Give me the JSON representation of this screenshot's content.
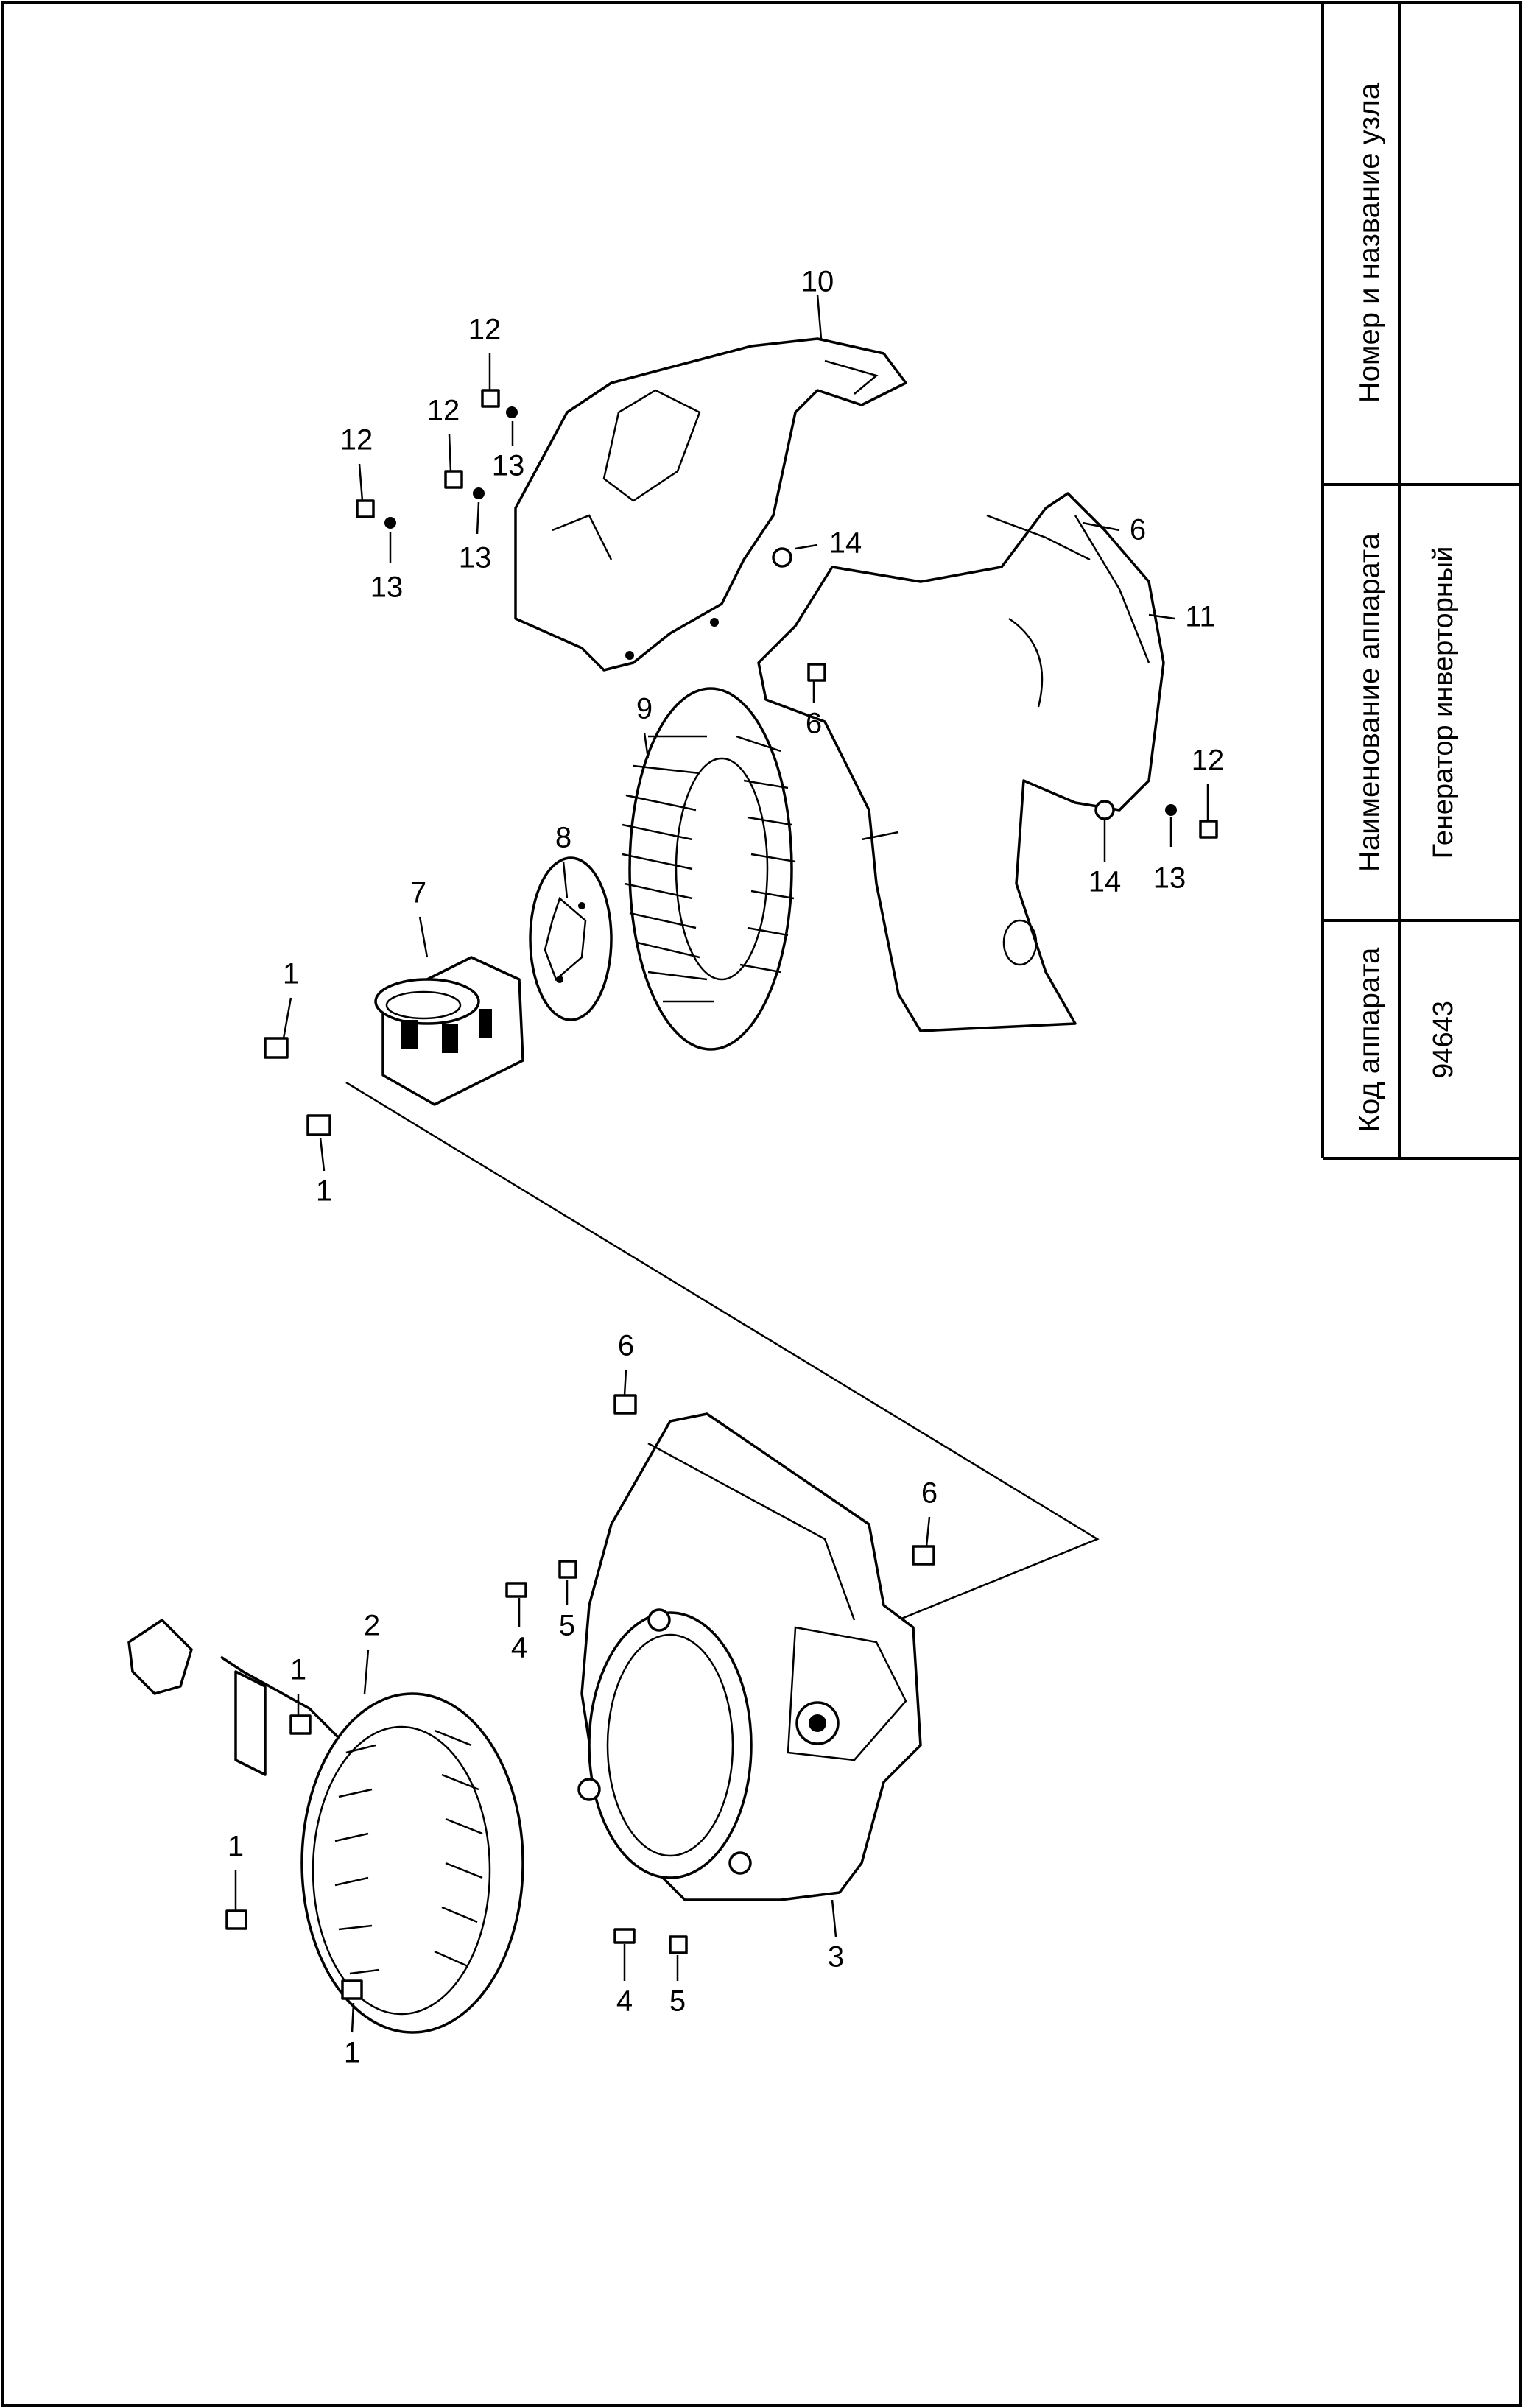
{
  "title_block": {
    "col1_header": "Номер и название узла",
    "col1_value": "",
    "col2_header": "Наименование аппарата",
    "col2_value": "Генератор инверторный",
    "col3_header": "Код аппарата",
    "col3_value": "94643"
  },
  "callouts": {
    "c1a": "1",
    "c1b": "1",
    "c1c": "1",
    "c1d": "1",
    "c1e": "1",
    "c2": "2",
    "c3": "3",
    "c4a": "4",
    "c4b": "4",
    "c5a": "5",
    "c5b": "5",
    "c6a": "6",
    "c6b": "6",
    "c6c": "6",
    "c6d": "6",
    "c7": "7",
    "c8": "8",
    "c9": "9",
    "c10": "10",
    "c11": "11",
    "c12a": "12",
    "c12b": "12",
    "c12c": "12",
    "c12d": "12",
    "c13a": "13",
    "c13b": "13",
    "c13c": "13",
    "c13d": "13",
    "c14a": "14",
    "c14b": "14"
  }
}
